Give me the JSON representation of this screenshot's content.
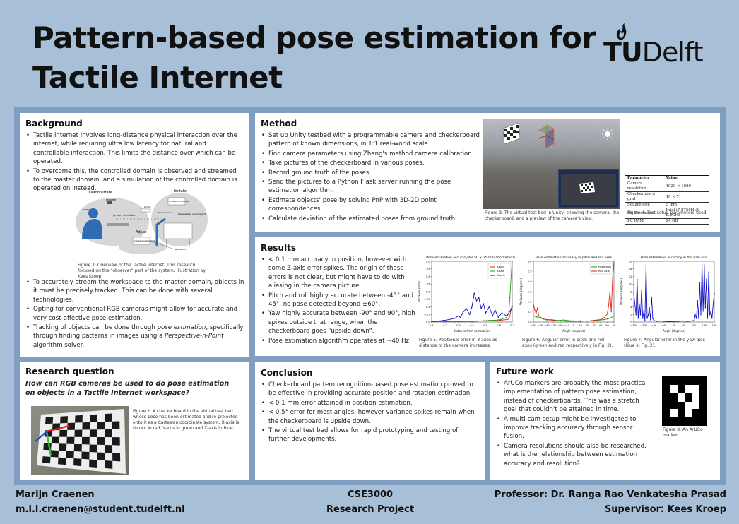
{
  "title": [
    "Pattern-based pose estimation for",
    "Tactile Internet"
  ],
  "logo": {
    "tu": "TU",
    "delft": "Delft"
  },
  "background": {
    "heading": "Background",
    "bullets_top": [
      "Tactile internet involves long-distance physical interaction over the internet, while requiring ultra low latency for natural and controllable interaction. This limits the distance over which can be operated.",
      "To overcome this, the controlled domain is observed and streamed to the master domain, and a simulation of the controlled domain is operated on instead."
    ],
    "diagram_labels": {
      "demonstrate": "Demonstrate",
      "imitate": "Imitate",
      "adjust": "Adjust",
      "recorder": "recorder",
      "operator": "operator",
      "physics": "physics simulation",
      "imitation": "imitation controller",
      "robotic": "robotic device",
      "tele": "teleoperated environment",
      "intelligence": "intelligence backlink",
      "observer": "observer",
      "tactile": "tactile"
    },
    "figure_caption": "Figure 1: Overview of the Tactile Internet. This research focused on the \"observer\" part of the system. Illustration by Kees Kroep.",
    "bullets_bottom": [
      "To accurately stream the workspace to the master domain, objects in it must be precisely tracked. This can be done with several technologies.",
      "Opting for conventional RGB cameras might allow for accurate and very cost-effective pose estimation."
    ],
    "last_bullet": {
      "a": "Tracking of objects can be done through ",
      "b": "pose estimation",
      "c": ", specifically through finding patterns in images using a ",
      "d": "Perspective-n-Point",
      "e": " algorithm solver."
    }
  },
  "method": {
    "heading": "Method",
    "bullets": [
      "Set up Unity testbed with a programmable camera and checkerboard pattern of known dimensions, in 1:1 real-world scale.",
      "Find camera parameters using Zhang's method camera calibration.",
      "Take pictures of the checkerboard in various poses.",
      "Record ground truth of the poses.",
      "Send the pictures to a Python Flask server running the pose estimation algorithm.",
      "Estimate objects' pose by solving PnP with 3D-2D point correspondences.",
      "Calculate deviation of the estimated poses from ground truth."
    ],
    "fig3_caption": "Figure 3: The virtual test bed in Unity, showing the camera, the checkerboard, and a preview of the camera's view.",
    "fig4_caption": "Figure 4: Test setup parameters used.",
    "table": {
      "headers": [
        "Parameter",
        "Value"
      ],
      "rows": [
        [
          "Camera resolution",
          "1920 × 1080"
        ],
        [
          "Checkerboard grid",
          "10 × 7"
        ],
        [
          "Square size",
          "5 mm"
        ],
        [
          "PC Processor",
          "Intel i7-8750H @ 2.2GHz"
        ],
        [
          "PC RAM",
          "24 GB"
        ]
      ]
    }
  },
  "results": {
    "heading": "Results",
    "bullets": [
      "< 0.1 mm accuracy in position, however with some Z-axis error spikes. The origin of these errors is not clear, but might have to do with aliasing in the camera picture.",
      "Pitch and roll highly accurate between -45° and 45°, no pose detected beyond ±60°.",
      "Yaw highly accurate between -90° and 90°, high spikes outside that range, when the checkerboard goes \"upside down\".",
      "Pose estimation algorithm operates at ~40 Hz."
    ],
    "fig5_caption": "Figure 5: Positional error in 3 axes as distance to the camera increases.",
    "fig6_caption": "Figure 6: Angular error in pitch and roll axes (green and red respectively in Fig. 2).",
    "fig7_caption": "Figure 7: Angular error in the yaw axis (blue in Fig. 2)."
  },
  "chart_data": [
    {
      "type": "line",
      "title": "Pose estimation accuracy for 50 × 35 mm checkerboard",
      "xlabel": "Distance from camera (m)",
      "ylabel": "Variance (mm)",
      "xlim": [
        0.05,
        0.75
      ],
      "ylim": [
        0,
        2.0
      ],
      "xticks": [
        "0.1",
        "0.2",
        "0.3",
        "0.4",
        "0.5",
        "0.6",
        "0.7"
      ],
      "yticks": [
        "0.0",
        "0.25",
        "0.5",
        "0.75",
        "1.0",
        "1.25",
        "1.5",
        "1.75",
        "2.0"
      ],
      "legend": "top-right",
      "series": [
        {
          "name": "X-axis",
          "color": "#e0201a",
          "x": [
            0.05,
            0.1,
            0.15,
            0.2,
            0.25,
            0.3,
            0.35,
            0.4,
            0.45,
            0.5,
            0.55,
            0.6,
            0.65,
            0.7,
            0.72,
            0.73,
            0.74,
            0.75
          ],
          "y": [
            0.01,
            0.01,
            0.01,
            0.01,
            0.01,
            0.01,
            0.02,
            0.02,
            0.03,
            0.04,
            0.05,
            0.06,
            0.06,
            0.08,
            0.1,
            0.2,
            0.4,
            0.6
          ]
        },
        {
          "name": "Y-axis",
          "color": "#1a9c1a",
          "x": [
            0.05,
            0.1,
            0.15,
            0.2,
            0.25,
            0.3,
            0.35,
            0.4,
            0.45,
            0.5,
            0.55,
            0.6,
            0.65,
            0.7,
            0.72,
            0.73,
            0.74,
            0.75
          ],
          "y": [
            0.01,
            0.01,
            0.01,
            0.01,
            0.01,
            0.01,
            0.02,
            0.02,
            0.03,
            0.04,
            0.05,
            0.06,
            0.08,
            0.15,
            0.3,
            0.8,
            1.5,
            2.0
          ]
        },
        {
          "name": "Z-axis",
          "color": "#1010c8",
          "x": [
            0.05,
            0.1,
            0.15,
            0.2,
            0.25,
            0.28,
            0.3,
            0.32,
            0.35,
            0.38,
            0.4,
            0.42,
            0.44,
            0.46,
            0.48,
            0.5,
            0.52,
            0.55,
            0.58,
            0.6,
            0.63,
            0.66,
            0.7,
            0.73,
            0.75
          ],
          "y": [
            0.02,
            0.03,
            0.05,
            0.08,
            0.12,
            0.2,
            0.15,
            0.3,
            0.45,
            0.25,
            0.5,
            0.95,
            0.7,
            0.8,
            0.45,
            0.6,
            0.3,
            0.5,
            0.2,
            0.4,
            0.15,
            0.3,
            0.2,
            0.35,
            0.5
          ]
        }
      ]
    },
    {
      "type": "line",
      "title": "Pose estimation accuracy in pitch and roll axes",
      "xlabel": "Angle (degrees)",
      "ylabel": "Variance (degrees)",
      "xlim": [
        -60,
        60
      ],
      "ylim": [
        0,
        3.0
      ],
      "xticks": [
        "−60",
        "−50",
        "−40",
        "−30",
        "−20",
        "−10",
        "0",
        "10",
        "20",
        "30",
        "40",
        "50",
        "60"
      ],
      "yticks": [
        "0.0",
        "0.5",
        "1.0",
        "1.5",
        "2.0",
        "2.5",
        "3.0"
      ],
      "legend": "top-right",
      "series": [
        {
          "name": "Pitch axis",
          "color": "#1a9c1a",
          "x": [
            -60,
            -55,
            -50,
            -45,
            -40,
            -35,
            -30,
            -25,
            -20,
            -15,
            -10,
            -5,
            0,
            5,
            10,
            15,
            20,
            25,
            30,
            35,
            40,
            45,
            50,
            55,
            60
          ],
          "y": [
            0.3,
            0.25,
            0.2,
            0.15,
            0.1,
            0.12,
            0.1,
            0.08,
            0.08,
            0.1,
            0.08,
            0.06,
            0.06,
            0.05,
            0.06,
            0.05,
            0.05,
            0.06,
            0.08,
            0.08,
            0.1,
            0.12,
            0.15,
            0.2,
            0.3
          ]
        },
        {
          "name": "Roll axis",
          "color": "#e0201a",
          "x": [
            -60,
            -58,
            -56,
            -54,
            -52,
            -50,
            -45,
            -40,
            -35,
            -30,
            -25,
            -20,
            -15,
            -10,
            -5,
            0,
            5,
            10,
            15,
            20,
            25,
            30,
            35,
            40,
            45,
            50,
            52,
            54,
            56,
            58,
            60
          ],
          "y": [
            0.9,
            0.6,
            0.4,
            0.7,
            0.3,
            0.25,
            0.15,
            0.12,
            0.1,
            0.08,
            0.06,
            0.05,
            0.05,
            0.04,
            0.04,
            0.04,
            0.04,
            0.04,
            0.05,
            0.05,
            0.06,
            0.08,
            0.1,
            0.12,
            0.2,
            0.4,
            0.8,
            1.5,
            0.5,
            2.2,
            3.0
          ]
        }
      ]
    },
    {
      "type": "line",
      "title": "Pose estimation accuracy in the yaw axis",
      "xlabel": "Angle (degrees)",
      "ylabel": "Variance (degrees)",
      "xlim": [
        -180,
        180
      ],
      "ylim": [
        0,
        17
      ],
      "xticks": [
        "−180",
        "−135",
        "−90",
        "−45",
        "0",
        "45",
        "90",
        "135",
        "180"
      ],
      "yticks": [
        "0",
        "2",
        "4",
        "6",
        "8",
        "10",
        "12",
        "14",
        "16"
      ],
      "series": [
        {
          "name": "",
          "color": "#1010c8",
          "x": [
            -180,
            -170,
            -165,
            -160,
            -155,
            -150,
            -145,
            -140,
            -135,
            -130,
            -125,
            -120,
            -115,
            -110,
            -105,
            -100,
            -95,
            -90,
            -80,
            -60,
            -40,
            -20,
            0,
            20,
            40,
            60,
            80,
            90,
            95,
            100,
            105,
            110,
            115,
            120,
            125,
            130,
            135,
            140,
            145,
            150,
            155,
            160,
            165,
            170,
            175,
            180
          ],
          "y": [
            8,
            2,
            12,
            1,
            5,
            2,
            9,
            1,
            3,
            0.5,
            16,
            1,
            2,
            4,
            0.6,
            7,
            1,
            0.5,
            0.2,
            0.3,
            0.2,
            0.1,
            0.2,
            0.2,
            0.3,
            0.2,
            0.3,
            0.5,
            2,
            1,
            6,
            1,
            11,
            2,
            16,
            3,
            16,
            4,
            12,
            1,
            14,
            2,
            3,
            1,
            5,
            8
          ]
        }
      ]
    }
  ],
  "research_question": {
    "heading": "Research question",
    "question": "How can RGB cameras be used to do pose estimation on objects in a Tactile Internet workspace?",
    "fig2_caption": "Figure 2: A checkerboard in the virtual test bed whose pose has been estimated and re-projected onto it as a Cartesian coordinate system. X-axis is shown in red, Y-axis in green and Z-axis in blue."
  },
  "conclusion": {
    "heading": "Conclusion",
    "bullets": [
      "Checkerboard pattern recognition-based pose estimation proved to be effective in providing accurate position and rotation estimation.",
      "< 0.1 mm error attained in position estimation.",
      "< 0.5° error for most angles, however variance spikes remain when the checkerboard is upside down.",
      "The virtual test bed allows for rapid prototyping and testing of further developments."
    ]
  },
  "future_work": {
    "heading": "Future work",
    "bullets": [
      "ArUCo markers are probably the most practical implementation of pattern pose estimation, instead of checkerboards. This was a stretch goal that couldn't be attained in time.",
      "A multi-cam setup might be investigated to improve tracking accuracy through sensor fusion.",
      "Camera resolutions should also be researched, what is the relationship between estimation accuracy and resolution?"
    ],
    "fig8_caption": "Figure 8: An ArUCo marker."
  },
  "footer": {
    "author": "Marijn Craenen",
    "email": "m.l.l.craenen@student.tudelft.nl",
    "course": "CSE3000",
    "project": "Research Project",
    "professor": "Professor: Dr. Ranga Rao Venkatesha Prasad",
    "supervisor": "Supervisor: Kees Kroep"
  }
}
